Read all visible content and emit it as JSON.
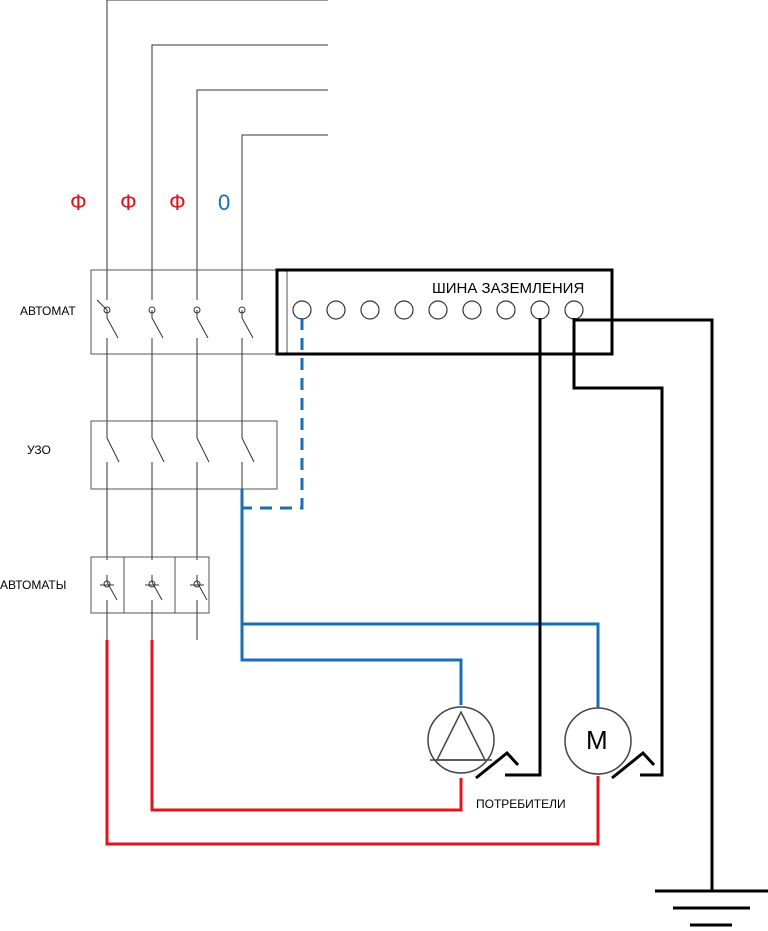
{
  "labels": {
    "phase_1": "Ф",
    "phase_2": "Ф",
    "phase_3": "Ф",
    "neutral": "0",
    "main_breaker": "АВТОМАТ",
    "rcd": "УЗО",
    "breakers": "АВТОМАТЫ",
    "ground_bus": "ШИНА ЗАЗЕМЛЕНИЯ",
    "consumers": "ПОТРЕБИТЕЛИ",
    "motor": "M"
  },
  "colors": {
    "phase": "#e0141c",
    "neutral": "#1a6fb4",
    "wire": "#000000",
    "thin": "#333333",
    "box": "#555555"
  },
  "icons": {
    "pump": "pump-triangle-icon",
    "motor": "motor-icon",
    "ground": "ground-symbol-icon"
  }
}
